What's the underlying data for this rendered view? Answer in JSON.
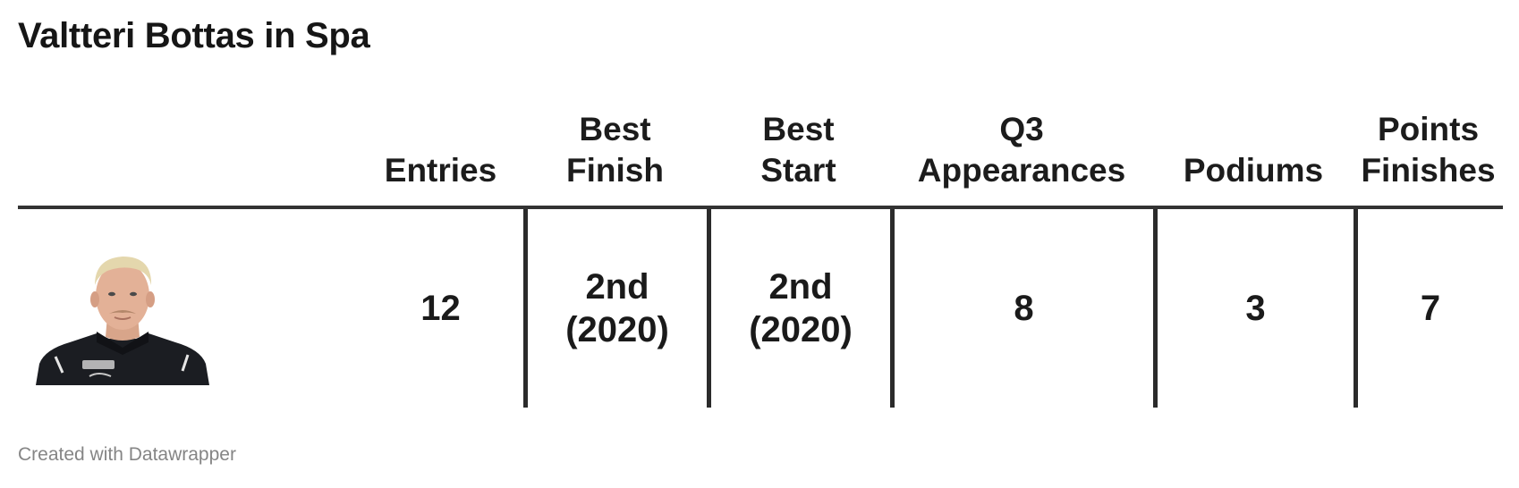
{
  "title": "Valtteri Bottas in Spa",
  "table": {
    "columns": [
      {
        "lines": [
          ""
        ]
      },
      {
        "lines": [
          "Entries"
        ]
      },
      {
        "lines": [
          "Best",
          "Finish"
        ]
      },
      {
        "lines": [
          "Best",
          "Start"
        ]
      },
      {
        "lines": [
          "Q3",
          "Appearances"
        ]
      },
      {
        "lines": [
          "Podiums"
        ]
      },
      {
        "lines": [
          "Points",
          "Finishes"
        ]
      }
    ],
    "row": {
      "portrait_icon": "driver-portrait-photo",
      "cells": [
        {
          "lines": [
            "12"
          ]
        },
        {
          "lines": [
            "2nd",
            "(2020)"
          ]
        },
        {
          "lines": [
            "2nd",
            "(2020)"
          ]
        },
        {
          "lines": [
            "8"
          ]
        },
        {
          "lines": [
            "3"
          ]
        },
        {
          "lines": [
            "7"
          ]
        }
      ]
    }
  },
  "footer": "Created with Datawrapper",
  "colors": {
    "rule": "#333333",
    "text": "#1a1a1a",
    "footer": "#858585"
  }
}
